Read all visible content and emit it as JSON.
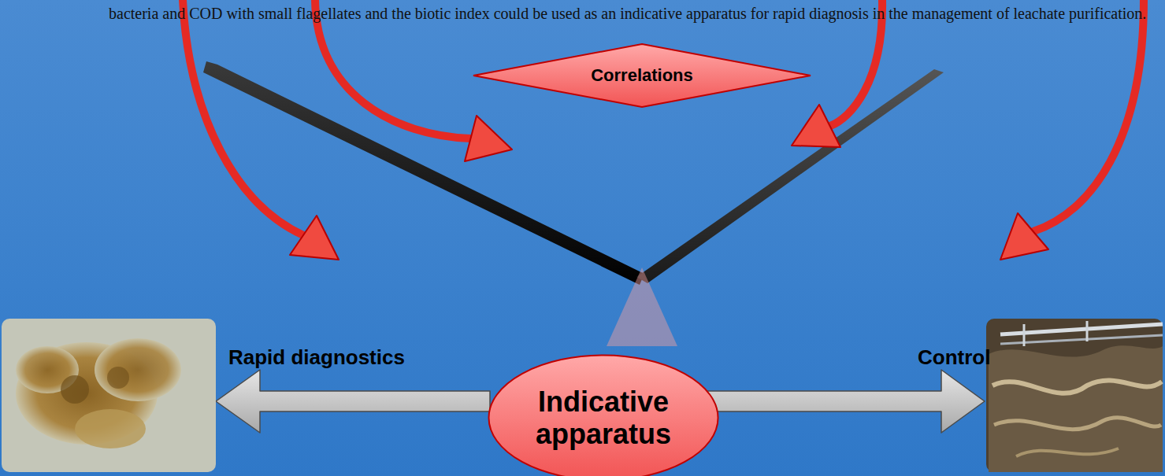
{
  "diagram": {
    "nodes": [
      {
        "text": [
          "Correlations"
        ]
      },
      {
        "text": [
          "Indicative apparatus"
        ]
      }
    ],
    "labels": [
      "bacteria and COD with small flagellates and the biotic index could be used as an indicative apparatus for rapid diagnosis in the management of leachate purification.",
      "Rapid diagnostics",
      "Control"
    ]
  }
}
